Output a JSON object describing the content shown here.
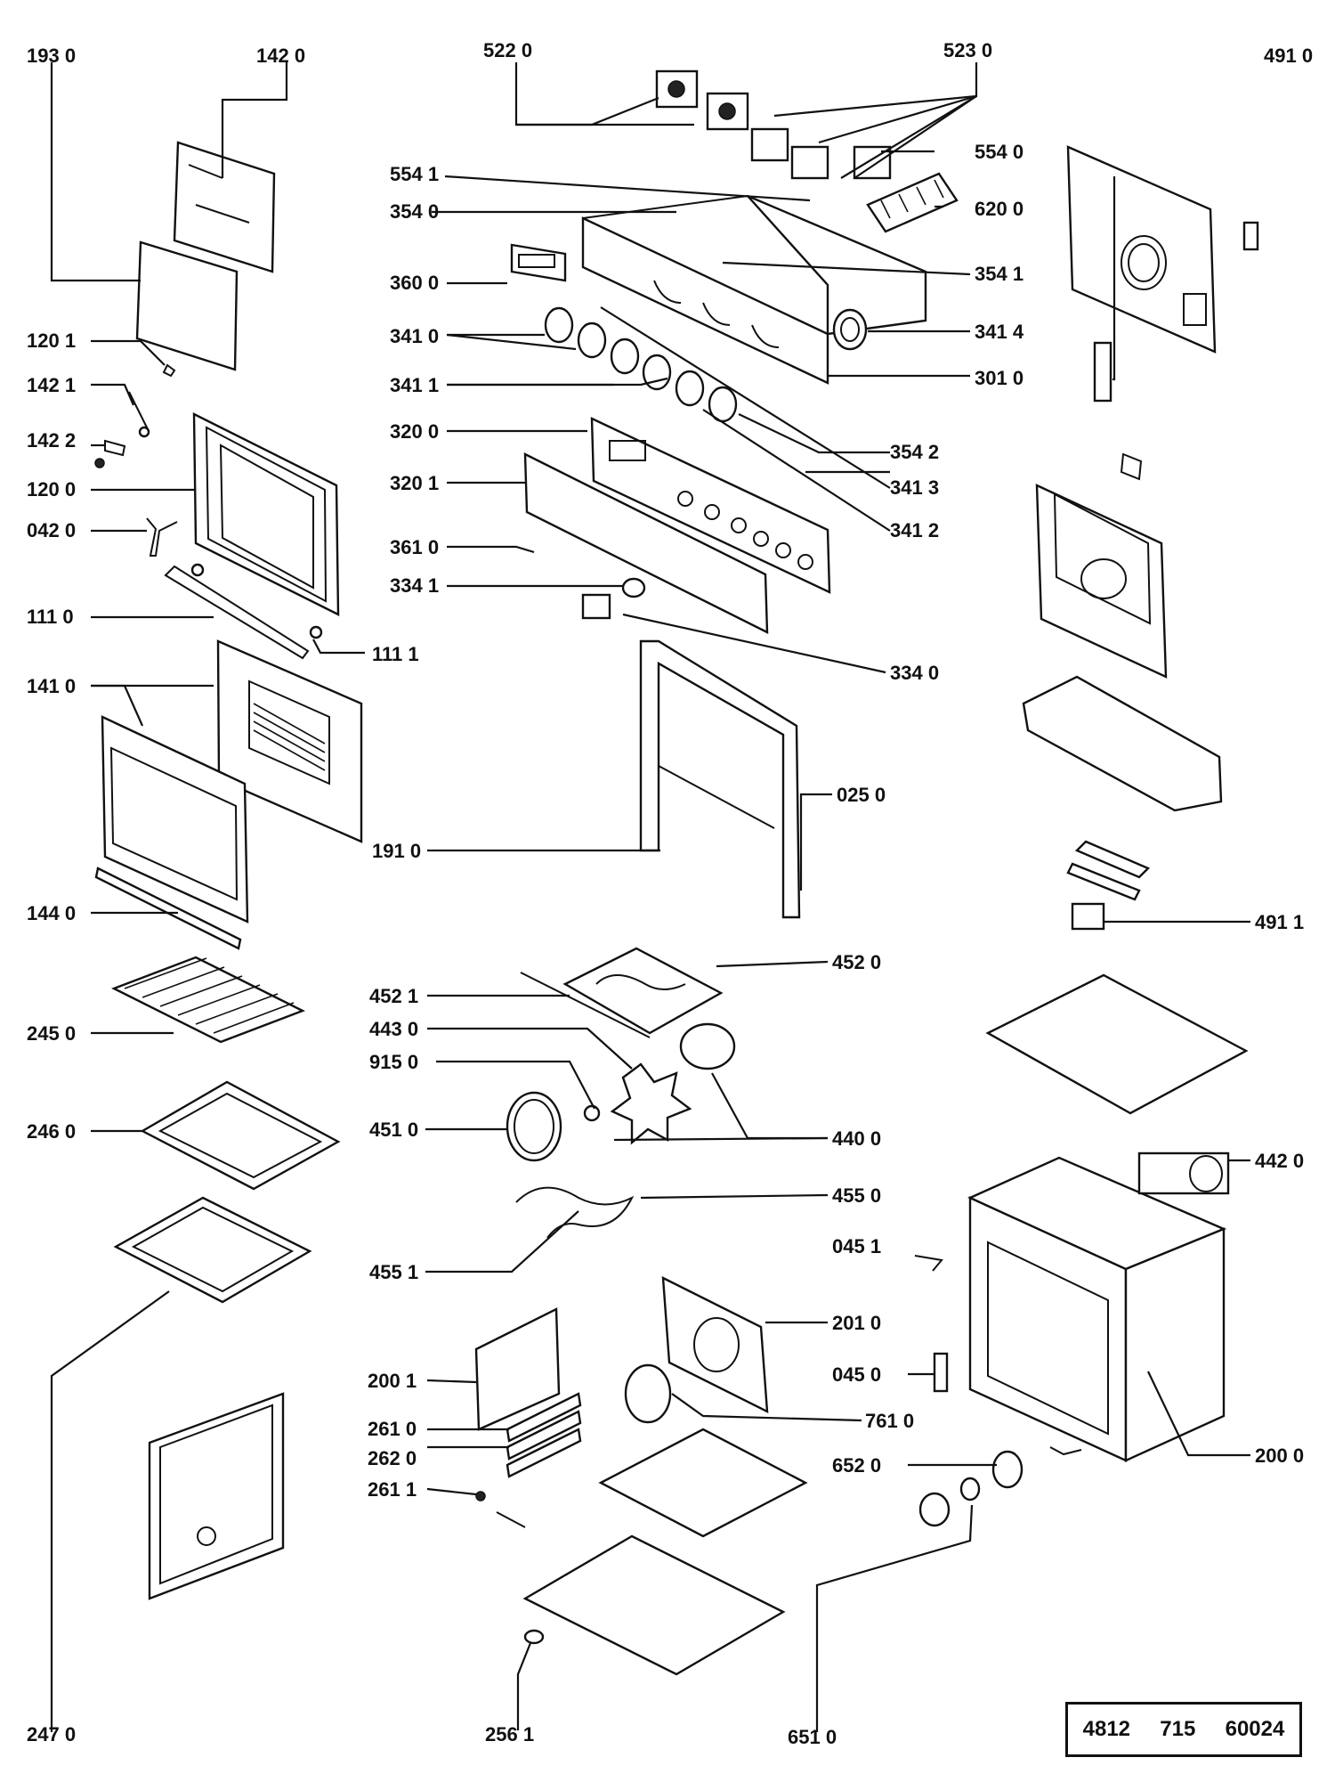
{
  "labels": {
    "l1930": "193 0",
    "l1420": "142 0",
    "l5220": "522 0",
    "l5230": "523 0",
    "l4910": "491 0",
    "l5540": "554 0",
    "l5541": "554 1",
    "l3540": "354 0",
    "l6200": "620 0",
    "l3600": "360 0",
    "l3541": "354 1",
    "l1201": "120 1",
    "l3410": "341 0",
    "l3414": "341 4",
    "l1421": "142 1",
    "l3411": "341 1",
    "l3010": "301 0",
    "l1422": "142 2",
    "l3200": "320 0",
    "l3542": "354 2",
    "l1200": "120 0",
    "l3201": "320 1",
    "l3413": "341 3",
    "l0420": "042 0",
    "l3412": "341 2",
    "l3610": "361 0",
    "l3341": "334 1",
    "l1110": "111 0",
    "l1111": "111 1",
    "l3340": "334 0",
    "l1410": "141 0",
    "l0250": "025 0",
    "l1910": "191 0",
    "l1440": "144 0",
    "l4911": "491 1",
    "l4520": "452 0",
    "l4521": "452 1",
    "l2450": "245 0",
    "l4430": "443 0",
    "l9150": "915 0",
    "l2460": "246 0",
    "l4510": "451 0",
    "l4400": "440 0",
    "l4420": "442 0",
    "l4550": "455 0",
    "l0451": "045 1",
    "l4551": "455 1",
    "l2010": "201 0",
    "l2001": "200 1",
    "l0450": "045 0",
    "l2610": "261 0",
    "l7610": "761 0",
    "l2620": "262 0",
    "l6520": "652 0",
    "l2000": "200 0",
    "l2611": "261 1",
    "l2470": "247 0",
    "l2561": "256 1",
    "l6510": "651 0"
  },
  "code": {
    "a": "4812",
    "b": "715",
    "c": "60024"
  }
}
